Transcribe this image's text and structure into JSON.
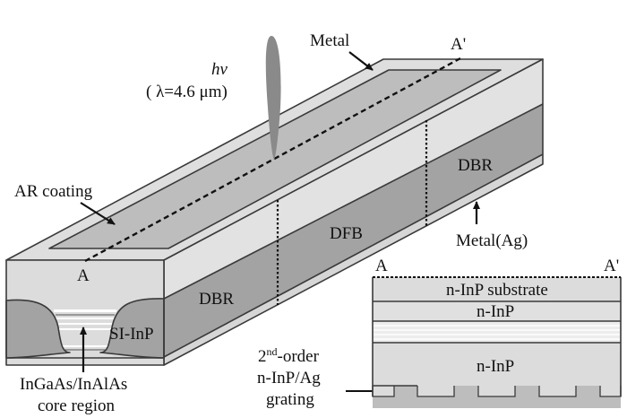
{
  "figure": {
    "title": "DFB-DBR quantum cascade laser schematic",
    "labels": {
      "metal_top": "Metal",
      "photon": "hv",
      "wavelength": "( λ=4.6 μm)",
      "a_prime_top": "A'",
      "ar_coating": "AR coating",
      "a_front": "A",
      "dbr_front": "DBR",
      "dfb": "DFB",
      "dbr_back": "DBR",
      "metal_ag": "Metal(Ag)",
      "si_inp": "SI-InP",
      "core_line1": "InGaAs/InAlAs",
      "core_line2": "core region",
      "grating_line1_base": "2",
      "grating_line1_sup": "nd",
      "grating_line1_rest": "-order",
      "grating_line2": "n-InP/Ag",
      "grating_line3": "grating"
    },
    "cross_section": {
      "label_a": "A",
      "label_a_prime": "A'",
      "layers": [
        "n-InP substrate",
        "n-InP",
        "InGaAs/InAlAs core",
        "n-InP",
        "n-InP/Ag grating",
        "Metal(Ag)"
      ],
      "layer_labels": {
        "substrate": "n-InP substrate",
        "upper_cladding": "n-InP",
        "lower_cladding": "n-InP"
      },
      "grating_teeth_visible": 5
    },
    "colors": {
      "light_gray": "#dcdcdc",
      "strip_gray": "#bdbdbd",
      "dark_gray": "#a3a3a3",
      "beam_gray": "#8a8a8a",
      "edge": "#3a3a3a"
    }
  }
}
